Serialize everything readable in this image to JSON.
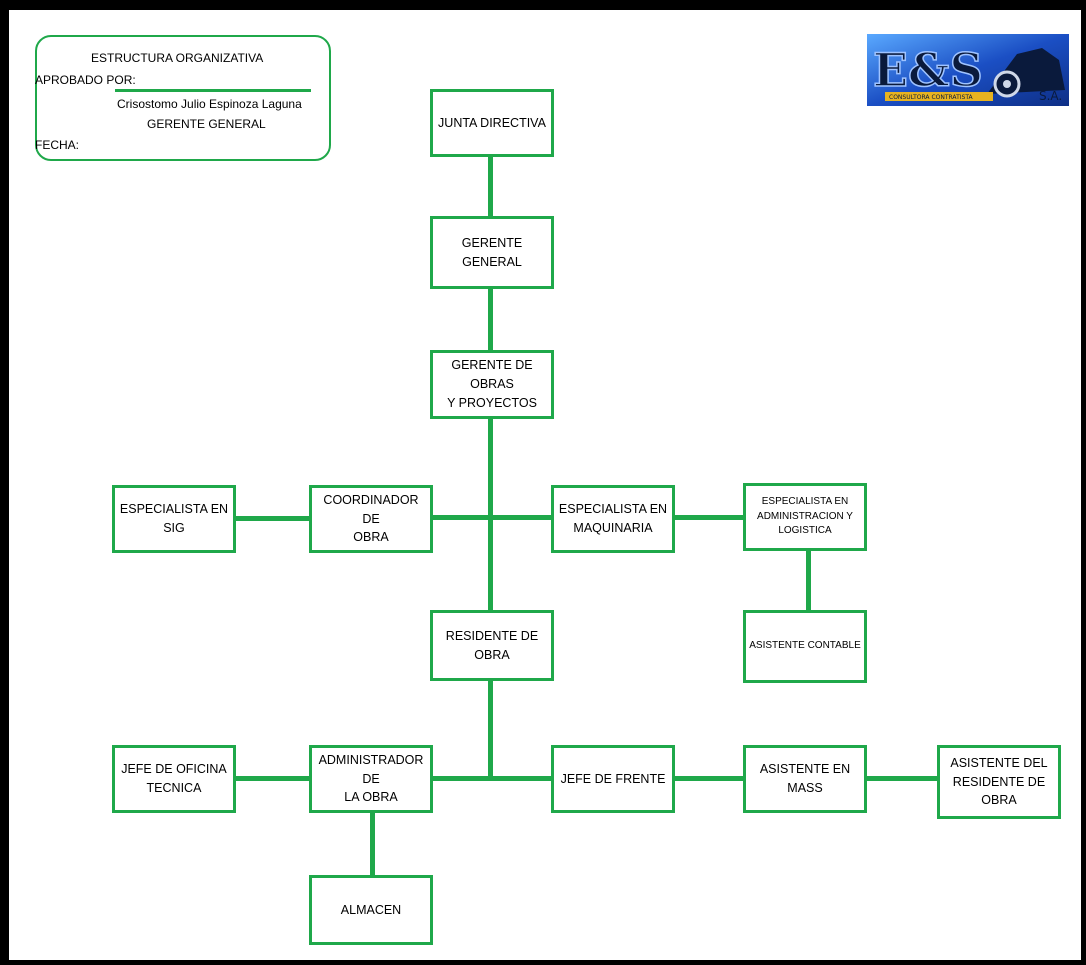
{
  "header": {
    "title": "ESTRUCTURA ORGANIZATIVA",
    "approved_by_label": "APROBADO POR:",
    "approver_name": "Crisostomo Julio Espinoza Laguna",
    "approver_position": "GERENTE GENERAL",
    "date_label": "FECHA:"
  },
  "logo": {
    "main_text": "E&S",
    "suffix": "S.A.",
    "tagline": "CONSULTORA CONTRATISTA"
  },
  "nodes": {
    "junta": "JUNTA DIRECTIVA",
    "gerente_general": "GERENTE GENERAL",
    "gerente_obras": "GERENTE DE OBRAS\nY PROYECTOS",
    "especialista_sig": "ESPECIALISTA EN SIG",
    "coordinador": "COORDINADOR DE\nOBRA",
    "especialista_maquinaria": "ESPECIALISTA  EN\nMAQUINARIA",
    "especialista_admin": "ESPECIALISTA EN\nADMINISTRACION Y\nLOGISTICA",
    "asistente_contable": "ASISTENTE CONTABLE",
    "residente": "RESIDENTE  DE OBRA",
    "jefe_oficina": "JEFE DE OFICINA\nTECNICA",
    "administrador": "ADMINISTRADOR DE\nLA OBRA",
    "jefe_frente": "JEFE DE FRENTE",
    "asistente_mass": "ASISTENTE EN MASS",
    "asistente_residente": "ASISTENTE DEL\nRESIDENTE DE OBRA",
    "almacen": "ALMACEN"
  },
  "colors": {
    "accent": "#1fa84a",
    "frame": "#000000",
    "logo_blue": "#1b4fc4",
    "logo_navy": "#0a1a3c"
  }
}
